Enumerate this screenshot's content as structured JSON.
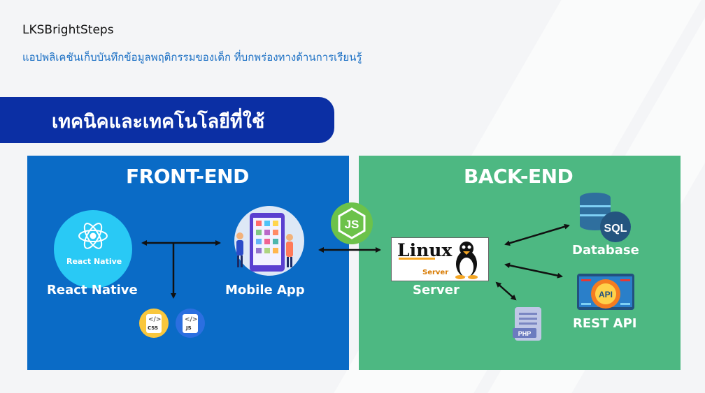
{
  "header": {
    "app_name": "LKSBrightSteps",
    "subtitle": "แอปพลิเคชันเก็บบันทึกข้อมูลพฤติกรรมของเด็ก ที่บกพร่องทางด้านการเรียนรู้"
  },
  "banner": {
    "title": "เทคนิคและเทคโนโลยีที่ใช้"
  },
  "frontend": {
    "title": "FRONT-END",
    "react_native_label": "React Native",
    "react_native_logo_text": "React Native",
    "mobile_app_label": "Mobile App",
    "css_badge": "CSS",
    "js_badge": "JS"
  },
  "backend": {
    "title": "BACK-END",
    "linux_logo_text": "Linux",
    "linux_logo_sub": "Server",
    "server_label": "Server",
    "database_label": "Database",
    "sql_text": "SQL",
    "rest_api_label": "REST API",
    "api_text": "API",
    "php_text": "PHP"
  },
  "colors": {
    "banner": "#0b2fa4",
    "frontend_panel": "#0a6bc6",
    "backend_panel": "#4db882",
    "subtitle": "#1a6fc4",
    "react_circle": "#29c9f5",
    "node_green": "#6cc24a"
  }
}
